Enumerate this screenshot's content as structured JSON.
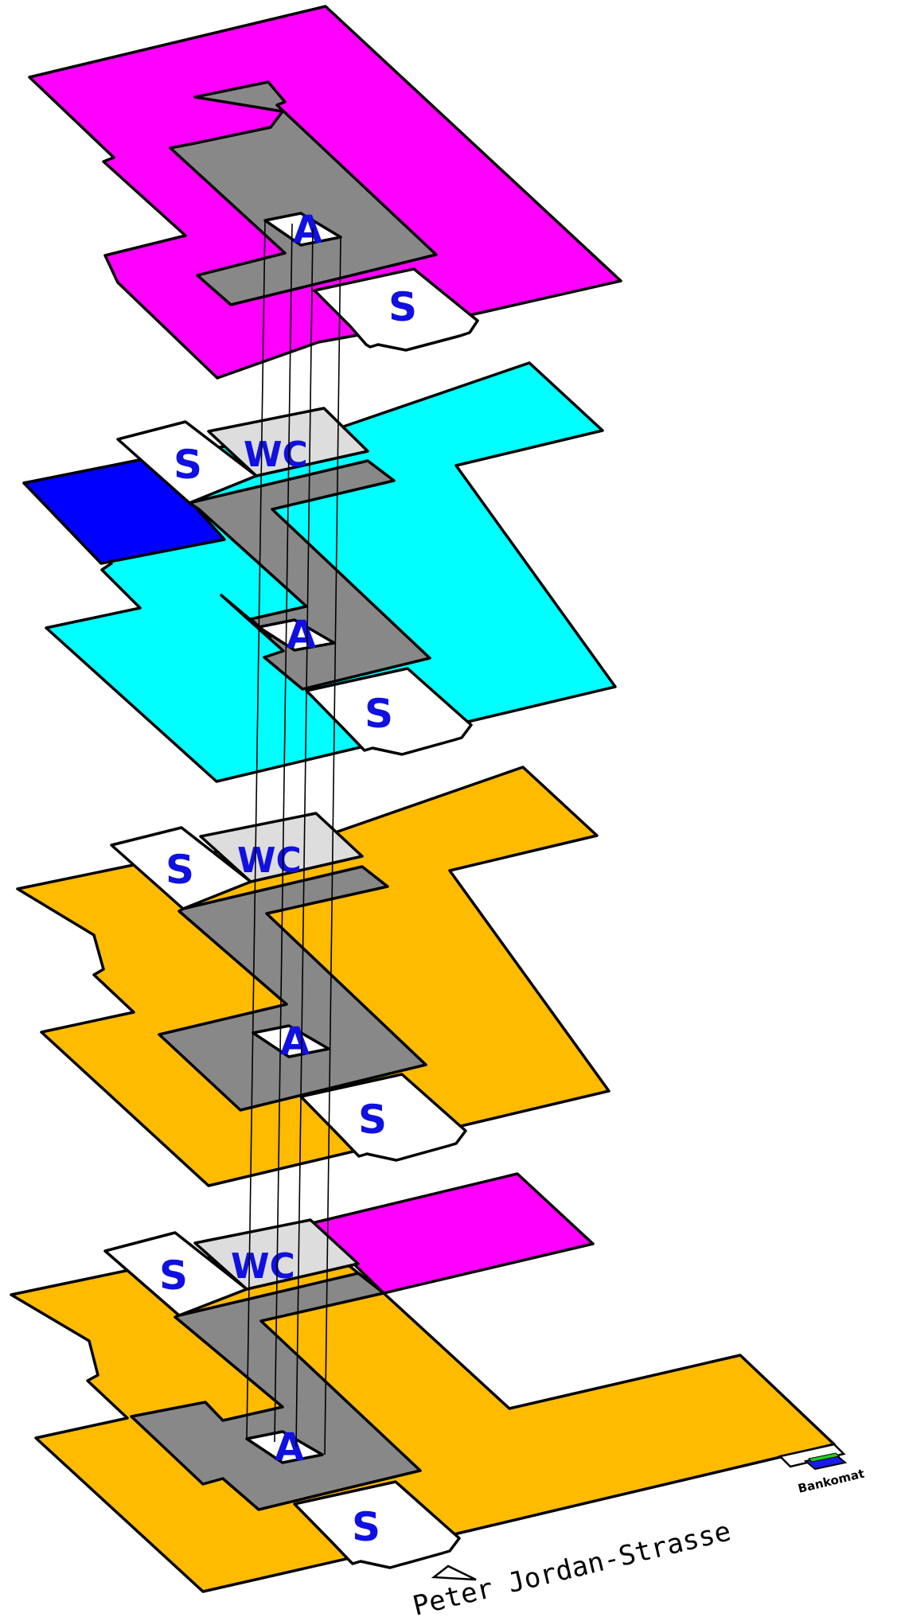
{
  "colors": {
    "magenta": "#ff00ff",
    "cyan": "#00ffff",
    "blue": "#0000ff",
    "orange": "#ffbb00",
    "core_gray": "#888888",
    "wc_gray": "#dddddd",
    "label_blue": "#1010e0",
    "outline": "#000000"
  },
  "floors": [
    {
      "id": "floor-4",
      "color": "magenta",
      "labels": {
        "stair": "S",
        "elevator": "A"
      }
    },
    {
      "id": "floor-3",
      "color": "cyan",
      "accent": "blue",
      "labels": {
        "stair_top": "S",
        "wc": "WC",
        "elevator": "A",
        "stair_bottom": "S"
      }
    },
    {
      "id": "floor-2",
      "color": "orange",
      "labels": {
        "stair_top": "S",
        "wc": "WC",
        "elevator": "A",
        "stair_bottom": "S"
      }
    },
    {
      "id": "floor-1",
      "color": "orange",
      "accent": "magenta",
      "labels": {
        "stair_top": "S",
        "wc": "WC",
        "elevator": "A",
        "stair_bottom": "S"
      }
    }
  ],
  "street": {
    "name": "Peter Jordan-Strasse",
    "icon": "entrance-triangle-icon"
  },
  "atm": {
    "label": "Bankomat",
    "icon": "atm-card-icon"
  }
}
